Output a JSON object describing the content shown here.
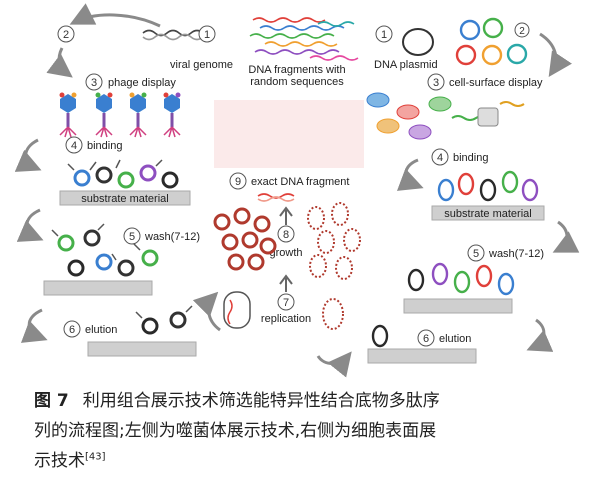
{
  "labels": {
    "viral_genome": "viral genome",
    "dna_fragments": "DNA fragments with random sequences",
    "dna_plasmid": "DNA plasmid",
    "phage_display": "phage display",
    "cell_surface_display": "cell-surface display",
    "binding": "binding",
    "substrate": "substrate material",
    "wash": "wash(7-12)",
    "elution": "elution",
    "exact_fragment": "exact DNA fragment",
    "growth": "growth",
    "replication": "replication"
  },
  "steps": {
    "s1": "1",
    "s2": "2",
    "s3": "3",
    "s4": "4",
    "s5": "5",
    "s6": "6",
    "s7": "7",
    "s8": "8",
    "s9": "9"
  },
  "caption": {
    "number": "图 7",
    "line1": "利用组合展示技术筛选能特异性结合底物多肽序",
    "line2": "列的流程图;左侧为噬菌体展示技术,右侧为细胞表面展",
    "line3": "示技术",
    "ref": "[43]"
  }
}
